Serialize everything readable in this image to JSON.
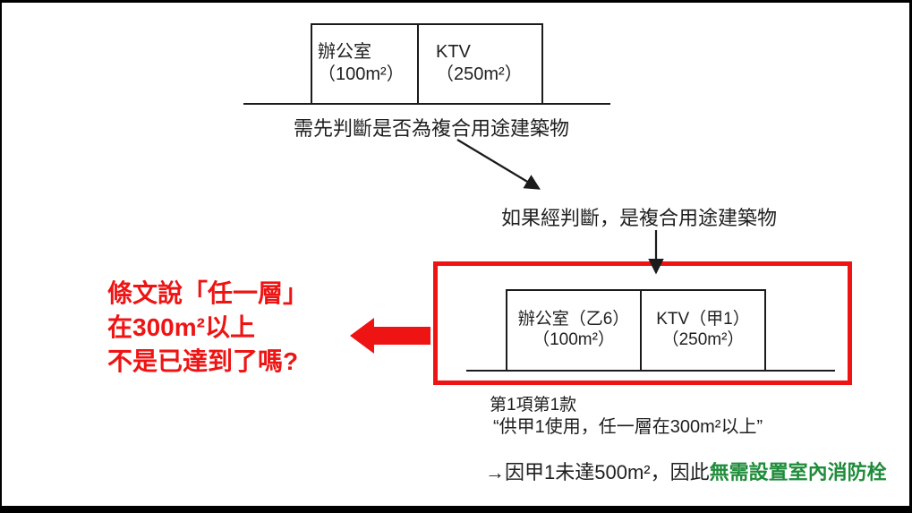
{
  "top_diagram": {
    "caption": "需先判斷是否為複合用途建築物",
    "units": [
      {
        "line1": "辦公室",
        "line2": "（100m²）"
      },
      {
        "line1": "KTV",
        "line2": "（250m²）"
      }
    ]
  },
  "judgment_text": "如果經判斷，是複合用途建築物",
  "classified_diagram": {
    "units": [
      {
        "line1": "辦公室（乙6）",
        "line2": "（100m²）"
      },
      {
        "line1": "KTV（甲1）",
        "line2": "（250m²）"
      }
    ]
  },
  "callout": {
    "line1": "條文說「任一層」",
    "line2": "在300m²以上",
    "line3": "不是已達到了嗎?"
  },
  "provision": {
    "clause": "第1項第1款",
    "quote": "“供甲1使用，任一層在300m²以上”"
  },
  "conclusion": {
    "arrow": "→",
    "reason": "因甲1未達500m²，因此",
    "result": "無需設置室內消防栓"
  },
  "colors": {
    "accent_red": "#ee1414",
    "result_green": "#1e8c3a",
    "ink_black": "#1b1b1b"
  }
}
